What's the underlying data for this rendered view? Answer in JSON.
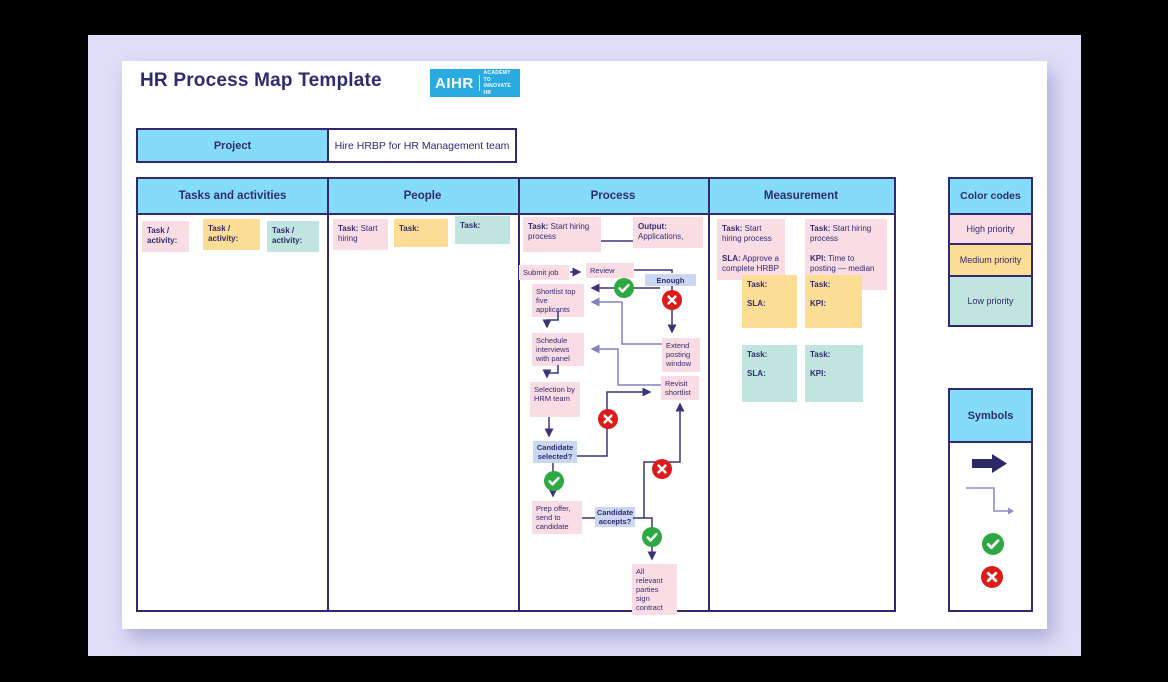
{
  "title": "HR Process Map Template",
  "logo": {
    "brand": "AIHR",
    "tagline1": "ACADEMY TO",
    "tagline2": "INNOVATE HR"
  },
  "project": {
    "label": "Project",
    "value": "Hire HRBP for HR Management team"
  },
  "columns": {
    "tasks": {
      "header": "Tasks and activities",
      "cards": [
        {
          "text": "Task / activity:"
        },
        {
          "text": "Task / activity:"
        },
        {
          "text": "Task / activity:"
        }
      ]
    },
    "people": {
      "header": "People",
      "cards": [
        {
          "label": "Task:",
          "value": "Start hiring"
        },
        {
          "label": "Task:",
          "value": ""
        },
        {
          "label": "Task:",
          "value": ""
        }
      ]
    },
    "process": {
      "header": "Process",
      "task_card": {
        "label": "Task:",
        "value": "Start hiring process"
      },
      "output_card": {
        "label": "Output:",
        "value": "Applications,"
      },
      "nodes": {
        "submit": "Submit job",
        "review": "Review",
        "enough": "Enough",
        "shortlist": "Shortlist top five applicants",
        "schedule": "Schedule interviews with panel",
        "extend": "Extend posting window",
        "revisit": "Revisit shortlist",
        "selection": "Selection by HRM team",
        "selected": "Candidate selected?",
        "prep": "Prep offer, send to candidate",
        "accepts": "Candidate accepts?",
        "contract": "All relevant parties sign contract"
      }
    },
    "measurement": {
      "header": "Measurement",
      "cards": [
        {
          "l1_label": "Task:",
          "l1_value": "Start hiring process",
          "l2_label": "SLA:",
          "l2_value": "Approve a complete HRBP"
        },
        {
          "l1_label": "Task:",
          "l1_value": "Start hiring process",
          "l2_label": "KPI:",
          "l2_value": "Time to posting — median days from"
        },
        {
          "l1_label": "Task:",
          "l1_value": "",
          "l2_label": "SLA:",
          "l2_value": ""
        },
        {
          "l1_label": "Task:",
          "l1_value": "",
          "l2_label": "KPI:",
          "l2_value": ""
        },
        {
          "l1_label": "Task:",
          "l1_value": "",
          "l2_label": "SLA:",
          "l2_value": ""
        },
        {
          "l1_label": "Task:",
          "l1_value": "",
          "l2_label": "KPI:",
          "l2_value": ""
        }
      ]
    }
  },
  "legend": {
    "color_codes": {
      "header": "Color codes",
      "items": [
        {
          "label": "High priority",
          "color": "#FADDE4"
        },
        {
          "label": "Medium priority",
          "color": "#FBDD96"
        },
        {
          "label": "Low priority",
          "color": "#BFE5DE"
        }
      ]
    },
    "symbols": {
      "header": "Symbols",
      "items": [
        {
          "icon": "arrow-icon"
        },
        {
          "icon": "elbow-connector-icon"
        },
        {
          "icon": "check-icon"
        },
        {
          "icon": "x-icon"
        }
      ]
    }
  },
  "colors": {
    "accent_cyan": "#85DCF8",
    "navy": "#312A70",
    "pink": "#FADDE4",
    "yellow": "#FBDD96",
    "teal": "#BFE5DE",
    "decision_blue": "#C9D8F0",
    "green": "#2EA843",
    "red": "#DE1B1B",
    "logo_blue": "#29ABE2",
    "lavender_bg": "#DFDEF8"
  }
}
